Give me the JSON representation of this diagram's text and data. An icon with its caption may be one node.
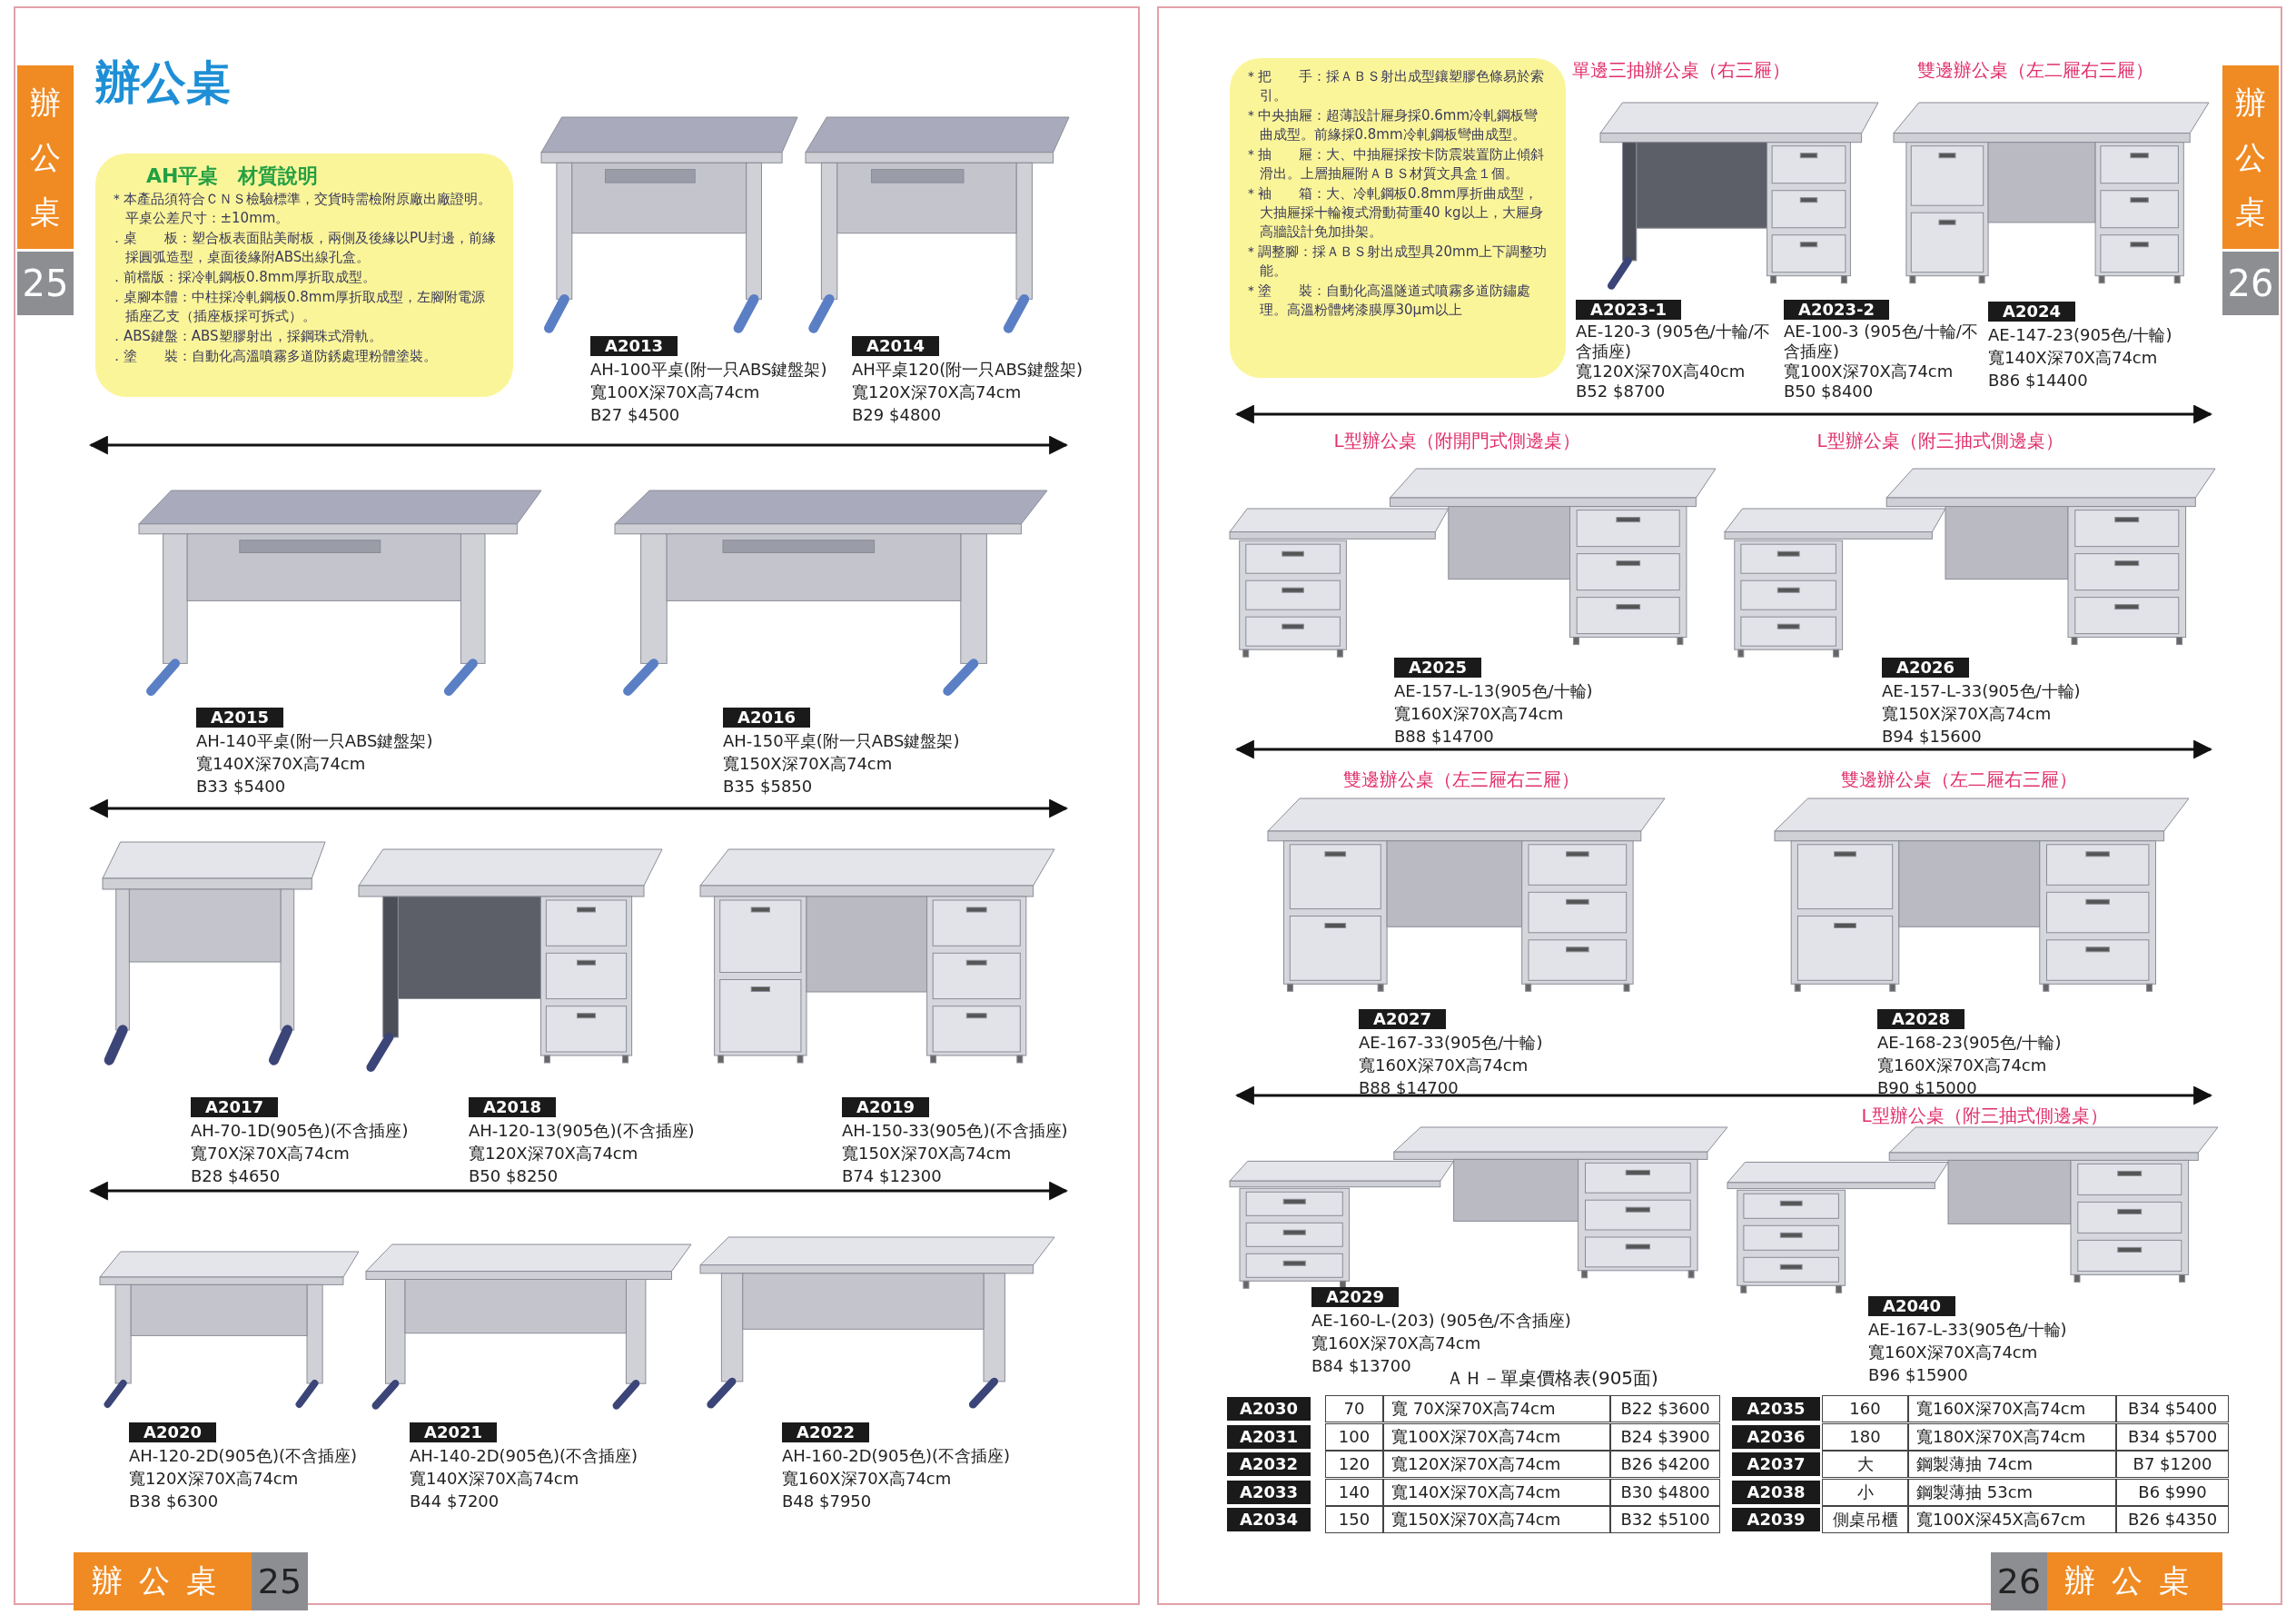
{
  "diagram": {
    "title": "辦公桌",
    "nodes": [
      {
        "text": [
          "AH平桌　材質說明",
          "＊本產品須符合ＣＮＳ檢驗標準，交貨時需檢附原廠出廠證明。平桌公差尺寸：±10mm。",
          "．桌　　板：塑合板表面貼美耐板，兩側及後緣以PU封邊，前緣採圓弧造型，桌面後緣附ABS出線孔盒。",
          "．前檔版：採冷軋鋼板0.8mm厚折取成型。",
          "．桌腳本體：中柱採冷軋鋼板0.8mm厚折取成型，左腳附電源插座乙支（插座板採可拆式）。",
          "．ABS鍵盤：ABS塑膠射出，採鋼珠式滑軌。",
          "．塗　　裝：自動化高溫噴霧多道防銹處理粉體塗裝。"
        ]
      },
      {
        "text": [
          "A2013",
          "AH-100平桌(附一只ABS鍵盤架)",
          "寬100X深70X高74cm",
          "B27 $4500"
        ]
      },
      {
        "text": [
          "A2014",
          "AH平桌120(附一只ABS鍵盤架)",
          "寬120X深70X高74cm",
          "B29 $4800"
        ]
      },
      {
        "text": [
          "A2015",
          "AH-140平桌(附一只ABS鍵盤架)",
          "寬140X深70X高74cm",
          "B33 $5400"
        ]
      },
      {
        "text": [
          "A2016",
          "AH-150平桌(附一只ABS鍵盤架)",
          "寬150X深70X高74cm",
          "B35 $5850"
        ]
      },
      {
        "text": [
          "A2017",
          "AH-70-1D(905色)(不含插座)",
          "寬70X深70X高74cm",
          "B28 $4650"
        ]
      },
      {
        "text": [
          "A2018",
          "AH-120-13(905色)(不含插座)",
          "寬120X深70X高74cm",
          "B50 $8250"
        ]
      },
      {
        "text": [
          "A2019",
          "AH-150-33(905色)(不含插座)",
          "寬150X深70X高74cm",
          "B74 $12300"
        ]
      },
      {
        "text": [
          "A2020",
          "AH-120-2D(905色)(不含插座)",
          "寬120X深70X高74cm",
          "B38 $6300"
        ]
      },
      {
        "text": [
          "A2021",
          "AH-140-2D(905色)(不含插座)",
          "寬140X深70X高74cm",
          "B44 $7200"
        ]
      },
      {
        "text": [
          "A2022",
          "AH-160-2D(905色)(不含插座)",
          "寬160X深70X高74cm",
          "B48 $7950"
        ]
      },
      {
        "text": [
          "＊把　　手：採ＡＢＳ射出成型鑲塑膠色條易於索引。",
          "＊中央抽屜：超薄設計屜身採0.6mm冷軋鋼板彎曲成型。前緣採0.8mm冷軋鋼板彎曲成型。",
          "＊抽　　屜：大、中抽屜採按卡防震裝置防止傾斜滑出。上層抽屜附ＡＢＳ材質文具盒１個。",
          "＊袖　　箱：大、冷軋鋼板0.8mm厚折曲成型，大抽屜採十輪複式滑動荷重40 kg以上，大屜身高牆設計免加掛架。",
          "＊調整腳：採ＡＢＳ射出成型具20mm上下調整功能。",
          "＊塗　　裝：自動化高溫隧道式噴霧多道防鏽處理。高溫粉體烤漆膜厚30μm以上"
        ]
      },
      {
        "text": [
          "A2023-1",
          "AE-120-3 (905色/十輪/不含插座)",
          "寬120X深70X高40cm",
          "B52 $8700"
        ]
      },
      {
        "text": [
          "A2023-2",
          "AE-100-3 (905色/十輪/不含插座)",
          "寬100X深70X高74cm",
          "B50 $8400"
        ]
      },
      {
        "text": [
          "A2024",
          "AE-147-23(905色/十輪)",
          "寬140X深70X高74cm",
          "B86 $14400"
        ]
      },
      {
        "text": [
          "A2025",
          "AE-157-L-13(905色/十輪)",
          "寬160X深70X高74cm",
          "B88 $14700"
        ]
      },
      {
        "text": [
          "A2026",
          "AE-157-L-33(905色/十輪)",
          "寬150X深70X高74cm",
          "B94 $15600"
        ]
      },
      {
        "text": [
          "A2027",
          "AE-167-33(905色/十輪)",
          "寬160X深70X高74cm",
          "B88 $14700"
        ]
      },
      {
        "text": [
          "A2028",
          "AE-168-23(905色/十輪)",
          "寬160X深70X高74cm",
          "B90 $15000"
        ]
      },
      {
        "text": [
          "A2029",
          "AE-160-L-(203) (905色/不含插座)",
          "寬160X深70X高74cm",
          "B84 $13700"
        ]
      },
      {
        "text": [
          "A2040",
          "AE-167-L-33(905色/十輪)",
          "寬160X深70X高74cm",
          "B96 $15900"
        ]
      }
    ],
    "labels": [
      "辦公桌",
      "25",
      "辦公桌",
      "26",
      "辦公桌",
      "25",
      "26",
      "辦公桌",
      "單邊三抽辦公桌（右三屜）",
      "雙邊辦公桌（左二屜右三屜）",
      "L型辦公桌（附開門式側邊桌）",
      "L型辦公桌（附三抽式側邊桌）",
      "雙邊辦公桌（左三屜右三屜）",
      "雙邊辦公桌（左二屜右三屜）",
      "L型辦公桌（附三抽式側邊桌）",
      "ＡＨ－單桌價格表(905面)",
      "A2030",
      "70",
      "寬 70X深70X高74cm",
      "B22 $3600",
      "A2035",
      "160",
      "寬160X深70X高74cm",
      "B34 $5400",
      "A2031",
      "100",
      "寬100X深70X高74cm",
      "B24 $3900",
      "A2036",
      "180",
      "寬180X深70X高74cm",
      "B34 $5700",
      "A2032",
      "120",
      "寬120X深70X高74cm",
      "B26 $4200",
      "A2037",
      "大",
      "鋼製薄抽 74cm",
      "B7 $1200",
      "A2033",
      "140",
      "寬140X深70X高74cm",
      "B30 $4800",
      "A2038",
      "小",
      "鋼製薄抽 53cm",
      "B6 $990",
      "A2034",
      "150",
      "寬150X深70X高74cm",
      "B32 $5100",
      "A2039",
      "側桌吊櫃",
      "寬100X深45X高67cm",
      "B26 $4350"
    ]
  }
}
